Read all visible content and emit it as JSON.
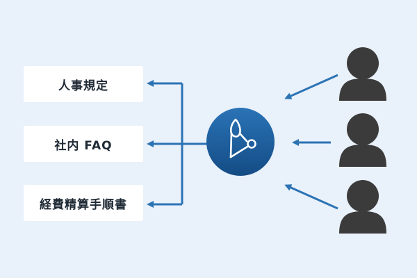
{
  "documents": [
    {
      "label": "人事規定"
    },
    {
      "label": "社内 FAQ"
    },
    {
      "label": "経費精算手順書"
    }
  ],
  "colors": {
    "background": "#e9f1fa",
    "arrow": "#2c73b4",
    "hub_top": "#2a73b6",
    "hub_bottom": "#144c85",
    "user": "#3b3b3b",
    "card": "#ffffff"
  },
  "icons": {
    "hub": "network-nodes-icon",
    "user": "user-icon"
  },
  "users_count": 3
}
